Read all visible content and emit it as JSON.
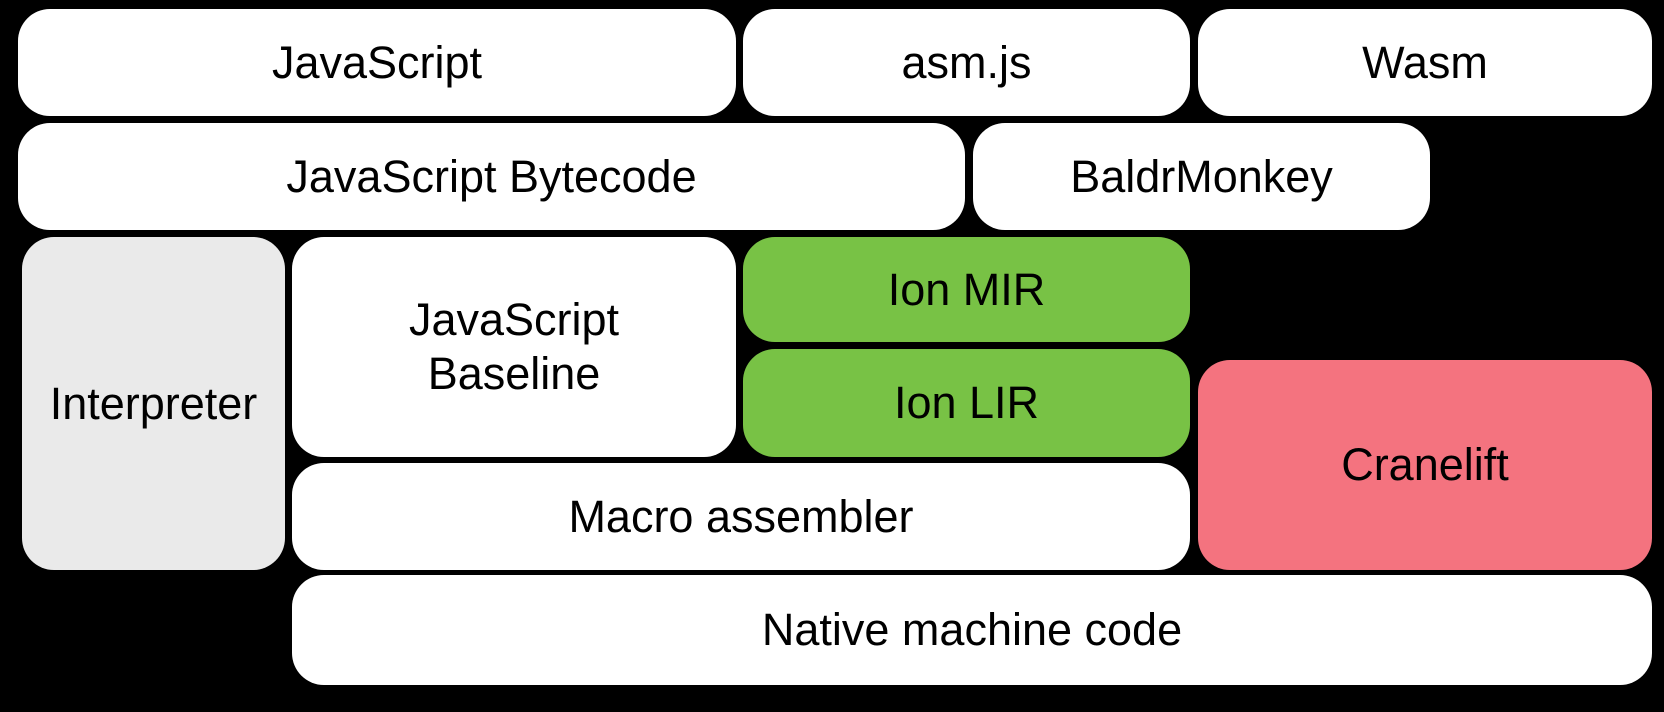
{
  "diagram": {
    "background_color": "#000000",
    "text_color": "#000000",
    "accent_colors": {
      "white_box": "#ffffff",
      "gray_box": "#EAEAEA",
      "green_box": "#78C245",
      "pink_box": "#F4737F"
    },
    "boxes": [
      {
        "id": "javascript",
        "label": "JavaScript",
        "bg": "#ffffff"
      },
      {
        "id": "asmjs",
        "label": "asm.js",
        "bg": "#ffffff"
      },
      {
        "id": "wasm",
        "label": "Wasm",
        "bg": "#ffffff"
      },
      {
        "id": "javascript-bytecode",
        "label": "JavaScript Bytecode",
        "bg": "#ffffff"
      },
      {
        "id": "baldrmonkey",
        "label": "BaldrMonkey",
        "bg": "#ffffff"
      },
      {
        "id": "interpreter",
        "label": "Interpreter",
        "bg": "#EAEAEA"
      },
      {
        "id": "javascript-baseline",
        "label": "JavaScript\nBaseline",
        "bg": "#ffffff"
      },
      {
        "id": "ion-mir",
        "label": "Ion MIR",
        "bg": "#78C245"
      },
      {
        "id": "ion-lir",
        "label": "Ion LIR",
        "bg": "#78C245"
      },
      {
        "id": "cranelift",
        "label": "Cranelift",
        "bg": "#F4737F"
      },
      {
        "id": "macro-assembler",
        "label": "Macro assembler",
        "bg": "#ffffff"
      },
      {
        "id": "native-machine-code",
        "label": "Native machine code",
        "bg": "#ffffff"
      }
    ]
  }
}
